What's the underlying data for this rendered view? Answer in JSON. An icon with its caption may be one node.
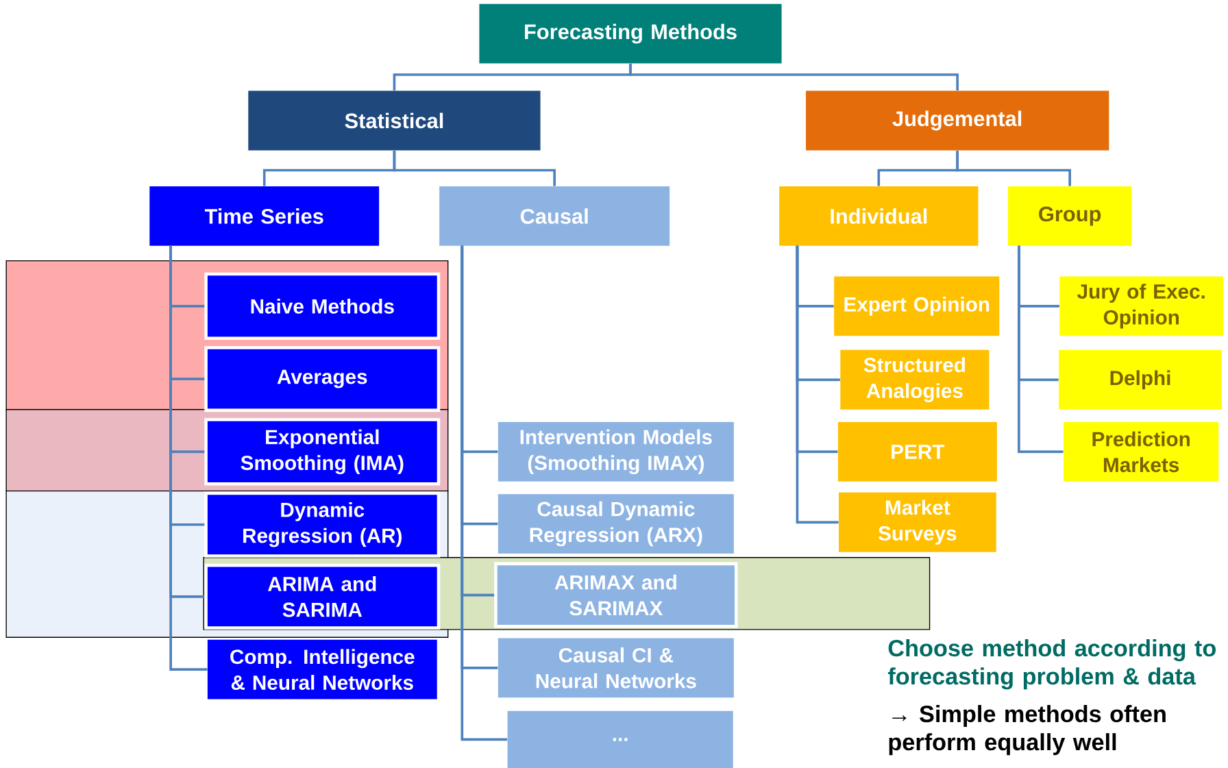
{
  "diagram": {
    "nodes": [
      {
        "text": [
          "Forecasting Methods"
        ]
      },
      {
        "text": [
          "Statistical"
        ]
      },
      {
        "text": [
          "Judgemental"
        ]
      },
      {
        "text": [
          "Time Series"
        ]
      },
      {
        "text": [
          "Causal"
        ]
      },
      {
        "text": [
          "Individual"
        ]
      },
      {
        "text": [
          "Group"
        ]
      },
      {
        "text": [
          "Naive Methods"
        ]
      },
      {
        "text": [
          "Averages"
        ]
      },
      {
        "text": [
          "Exponential Smoothing (IMA)"
        ]
      },
      {
        "text": [
          "Dynamic Regression (AR)"
        ]
      },
      {
        "text": [
          "ARIMA and SARIMA"
        ]
      },
      {
        "text": [
          "Comp. Intelligence & Neural Networks"
        ]
      },
      {
        "text": [
          "Intervention Models (Smoothing IMAX)"
        ]
      },
      {
        "text": [
          "Causal Dynamic Regression (ARX)"
        ]
      },
      {
        "text": [
          "ARIMAX and SARIMAX"
        ]
      },
      {
        "text": [
          "Causal CI & Neural Networks"
        ]
      },
      {
        "text": [
          "..."
        ]
      },
      {
        "text": [
          "Expert Opinion"
        ]
      },
      {
        "text": [
          "Structured Analogies"
        ]
      },
      {
        "text": [
          "PERT"
        ]
      },
      {
        "text": [
          "Market Surveys"
        ]
      },
      {
        "text": [
          "Jury of Exec. Opinion"
        ]
      },
      {
        "text": [
          "Delphi"
        ]
      },
      {
        "text": [
          "Prediction Markets"
        ]
      }
    ],
    "edges": [
      {
        "from": 0,
        "to": 1,
        "arrow": "none"
      },
      {
        "from": 0,
        "to": 2,
        "arrow": "none"
      },
      {
        "from": 1,
        "to": 3,
        "arrow": "none"
      },
      {
        "from": 1,
        "to": 4,
        "arrow": "none"
      },
      {
        "from": 2,
        "to": 5,
        "arrow": "none"
      },
      {
        "from": 2,
        "to": 6,
        "arrow": "none"
      },
      {
        "from": 3,
        "to": 7,
        "arrow": "none"
      },
      {
        "from": 3,
        "to": 8,
        "arrow": "none"
      },
      {
        "from": 3,
        "to": 9,
        "arrow": "none"
      },
      {
        "from": 3,
        "to": 10,
        "arrow": "none"
      },
      {
        "from": 3,
        "to": 11,
        "arrow": "none"
      },
      {
        "from": 3,
        "to": 12,
        "arrow": "none"
      },
      {
        "from": 4,
        "to": 13,
        "arrow": "none"
      },
      {
        "from": 4,
        "to": 14,
        "arrow": "none"
      },
      {
        "from": 4,
        "to": 15,
        "arrow": "none"
      },
      {
        "from": 4,
        "to": 16,
        "arrow": "none"
      },
      {
        "from": 4,
        "to": 17,
        "arrow": "none"
      },
      {
        "from": 5,
        "to": 18,
        "arrow": "none"
      },
      {
        "from": 5,
        "to": 19,
        "arrow": "none"
      },
      {
        "from": 5,
        "to": 20,
        "arrow": "none"
      },
      {
        "from": 5,
        "to": 21,
        "arrow": "none"
      },
      {
        "from": 6,
        "to": 22,
        "arrow": "none"
      },
      {
        "from": 6,
        "to": 23,
        "arrow": "none"
      },
      {
        "from": 6,
        "to": 24,
        "arrow": "none"
      }
    ],
    "labels": [
      "Choose method according to forecasting problem & data",
      "→ Simple methods often perform equally well"
    ]
  }
}
